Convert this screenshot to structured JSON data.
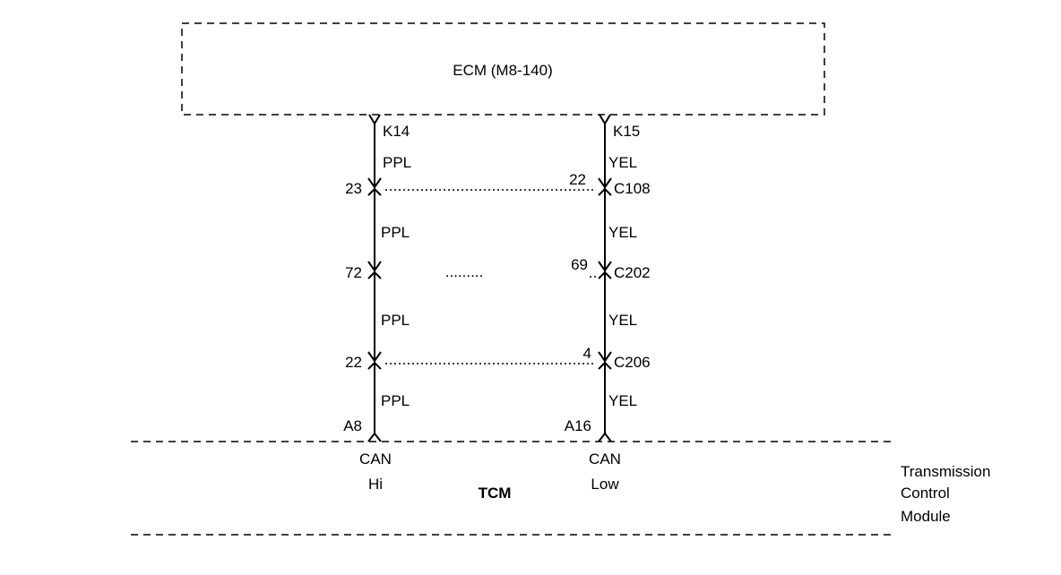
{
  "ecm": {
    "label": "ECM (M8-140)"
  },
  "tcm": {
    "label": "TCM",
    "desc_line1": "Transmission",
    "desc_line2": "Control",
    "desc_line3": "Module"
  },
  "wire_left": {
    "ecm_pin": "K14",
    "color_labels": [
      "PPL",
      "PPL",
      "PPL",
      "PPL"
    ],
    "tcm_pin": "A8",
    "tcm_label_line1": "CAN",
    "tcm_label_line2": "Hi"
  },
  "wire_right": {
    "ecm_pin": "K15",
    "color_labels": [
      "YEL",
      "YEL",
      "YEL",
      "YEL"
    ],
    "tcm_pin": "A16",
    "tcm_label_line1": "CAN",
    "tcm_label_line2": "Low"
  },
  "connectors": [
    {
      "name": "C108",
      "left_pin": "23",
      "right_pin": "22"
    },
    {
      "name": "C202",
      "left_pin": "72",
      "right_pin": "69",
      "middle": "........."
    },
    {
      "name": "C206",
      "left_pin": "22",
      "right_pin": "4"
    }
  ]
}
